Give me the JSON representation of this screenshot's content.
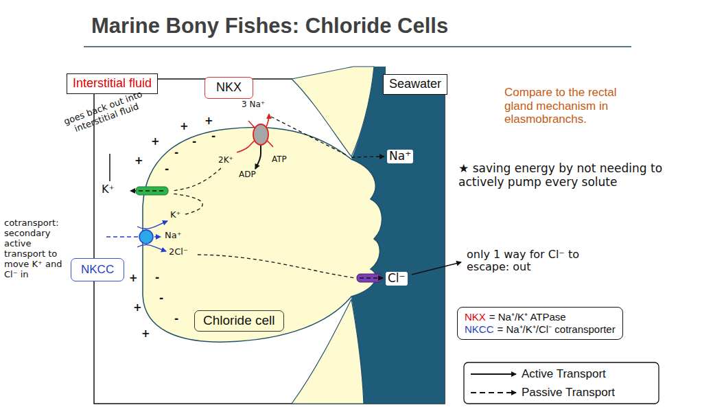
{
  "diagram": {
    "title": "Marine Bony Fishes: Chloride Cells",
    "nodes": [
      {
        "text": [
          "Interstitial fluid"
        ]
      },
      {
        "text": [
          "NKX"
        ]
      },
      {
        "text": [
          "Seawater"
        ]
      },
      {
        "text": [
          "NKCC"
        ]
      },
      {
        "text": [
          "Chloride cell"
        ]
      },
      {
        "text": [
          "NKX",
          "= Na⁺/K⁺ ATPase",
          "NKCC",
          "= Na⁺/K⁺/Cl⁻ cotransporter"
        ]
      }
    ],
    "labels": [
      "Compare to the rectal gland mechanism in elasmobranchs.",
      "★ saving energy by not needing to actively pump every solute",
      "goes back out into interstitial fluid",
      "K⁺",
      "cotransport: secondary active transport to move K⁺ and Cl⁻ in",
      "3 Na⁺",
      "2K⁺",
      "ATP",
      "ADP",
      "Na⁺",
      "K⁺",
      "Na⁺",
      "2Cl⁻",
      "Cl⁻",
      "only 1 way for Cl⁻ to escape: out",
      "+",
      "+",
      "+",
      "+",
      "+",
      "+",
      "+",
      "-",
      "-",
      "-",
      "-",
      "-",
      "-",
      "-"
    ],
    "legend": [
      {
        "text": "Active Transport"
      },
      {
        "text": "Passive Transport"
      }
    ]
  }
}
